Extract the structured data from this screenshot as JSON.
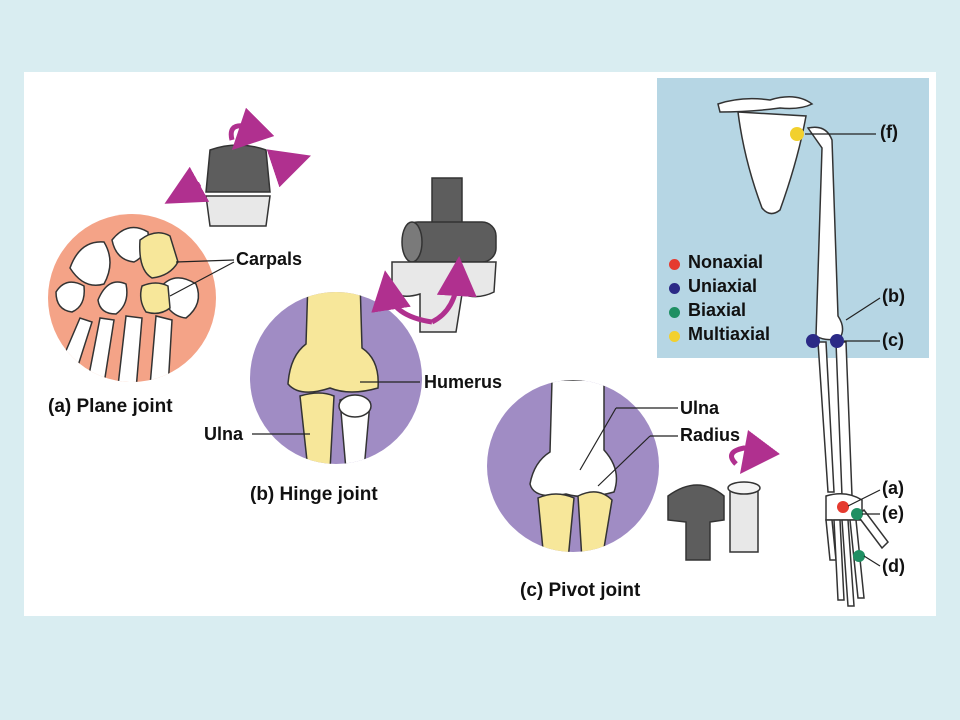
{
  "colors": {
    "background": "#d9edf1",
    "plane_disc": "#f4a387",
    "joint_disc": "#a08cc4",
    "bone_highlight": "#f7e79a",
    "model_gray": "#5d5d5d",
    "arrow_magenta": "#b0308f",
    "skeleton_box": "#b6d6e4",
    "nonaxial": "#e53a2f",
    "uniaxial": "#2b2a86",
    "biaxial": "#1f8f63",
    "multiaxial": "#f2d02d"
  },
  "captions": {
    "plane": "(a) Plane joint",
    "hinge": "(b) Hinge joint",
    "pivot": "(c) Pivot joint"
  },
  "labels": {
    "carpals": "Carpals",
    "humerus": "Humerus",
    "ulna_hinge": "Ulna",
    "ulna_pivot": "Ulna",
    "radius": "Radius"
  },
  "legend": [
    {
      "key": "nonaxial",
      "label": "Nonaxial",
      "color": "#e53a2f"
    },
    {
      "key": "uniaxial",
      "label": "Uniaxial",
      "color": "#2b2a86"
    },
    {
      "key": "biaxial",
      "label": "Biaxial",
      "color": "#1f8f63"
    },
    {
      "key": "multiaxial",
      "label": "Multiaxial",
      "color": "#f2d02d"
    }
  ],
  "skeleton_letters": {
    "f": "(f)",
    "b": "(b)",
    "c": "(c)",
    "a": "(a)",
    "e": "(e)",
    "d": "(d)"
  }
}
